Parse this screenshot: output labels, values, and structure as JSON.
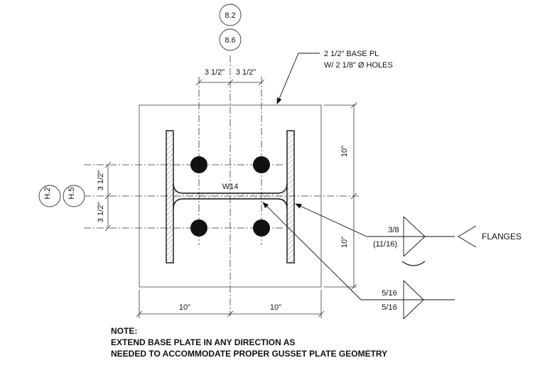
{
  "grid_bubbles": {
    "top_upper": "8.2",
    "top_lower": "8.6",
    "left_outer": "H.2",
    "left_inner": "H.5"
  },
  "base_plate_callout": {
    "line1": "2 1/2\" BASE PL",
    "line2": "W/ 2 1/8\" Ø HOLES"
  },
  "member_label": "W14",
  "dimensions": {
    "top_left_spacing": "3 1/2\"",
    "top_right_spacing": "3 1/2\"",
    "left_upper_spacing": "3 1/2\"",
    "left_lower_spacing": "3 1/2\"",
    "right_upper": "10\"",
    "right_lower": "10\"",
    "bottom_left": "10\"",
    "bottom_right": "10\""
  },
  "welds": {
    "upper_top": "3/8",
    "upper_bottom": "(11/16)",
    "upper_tail": "FLANGES",
    "lower_top": "5/16",
    "lower_bottom": "5/16"
  },
  "note": {
    "title": "NOTE:",
    "line1": "EXTEND BASE PLATE IN ANY DIRECTION AS",
    "line2": "NEEDED TO ACCOMMODATE PROPER GUSSET PLATE GEOMETRY"
  }
}
